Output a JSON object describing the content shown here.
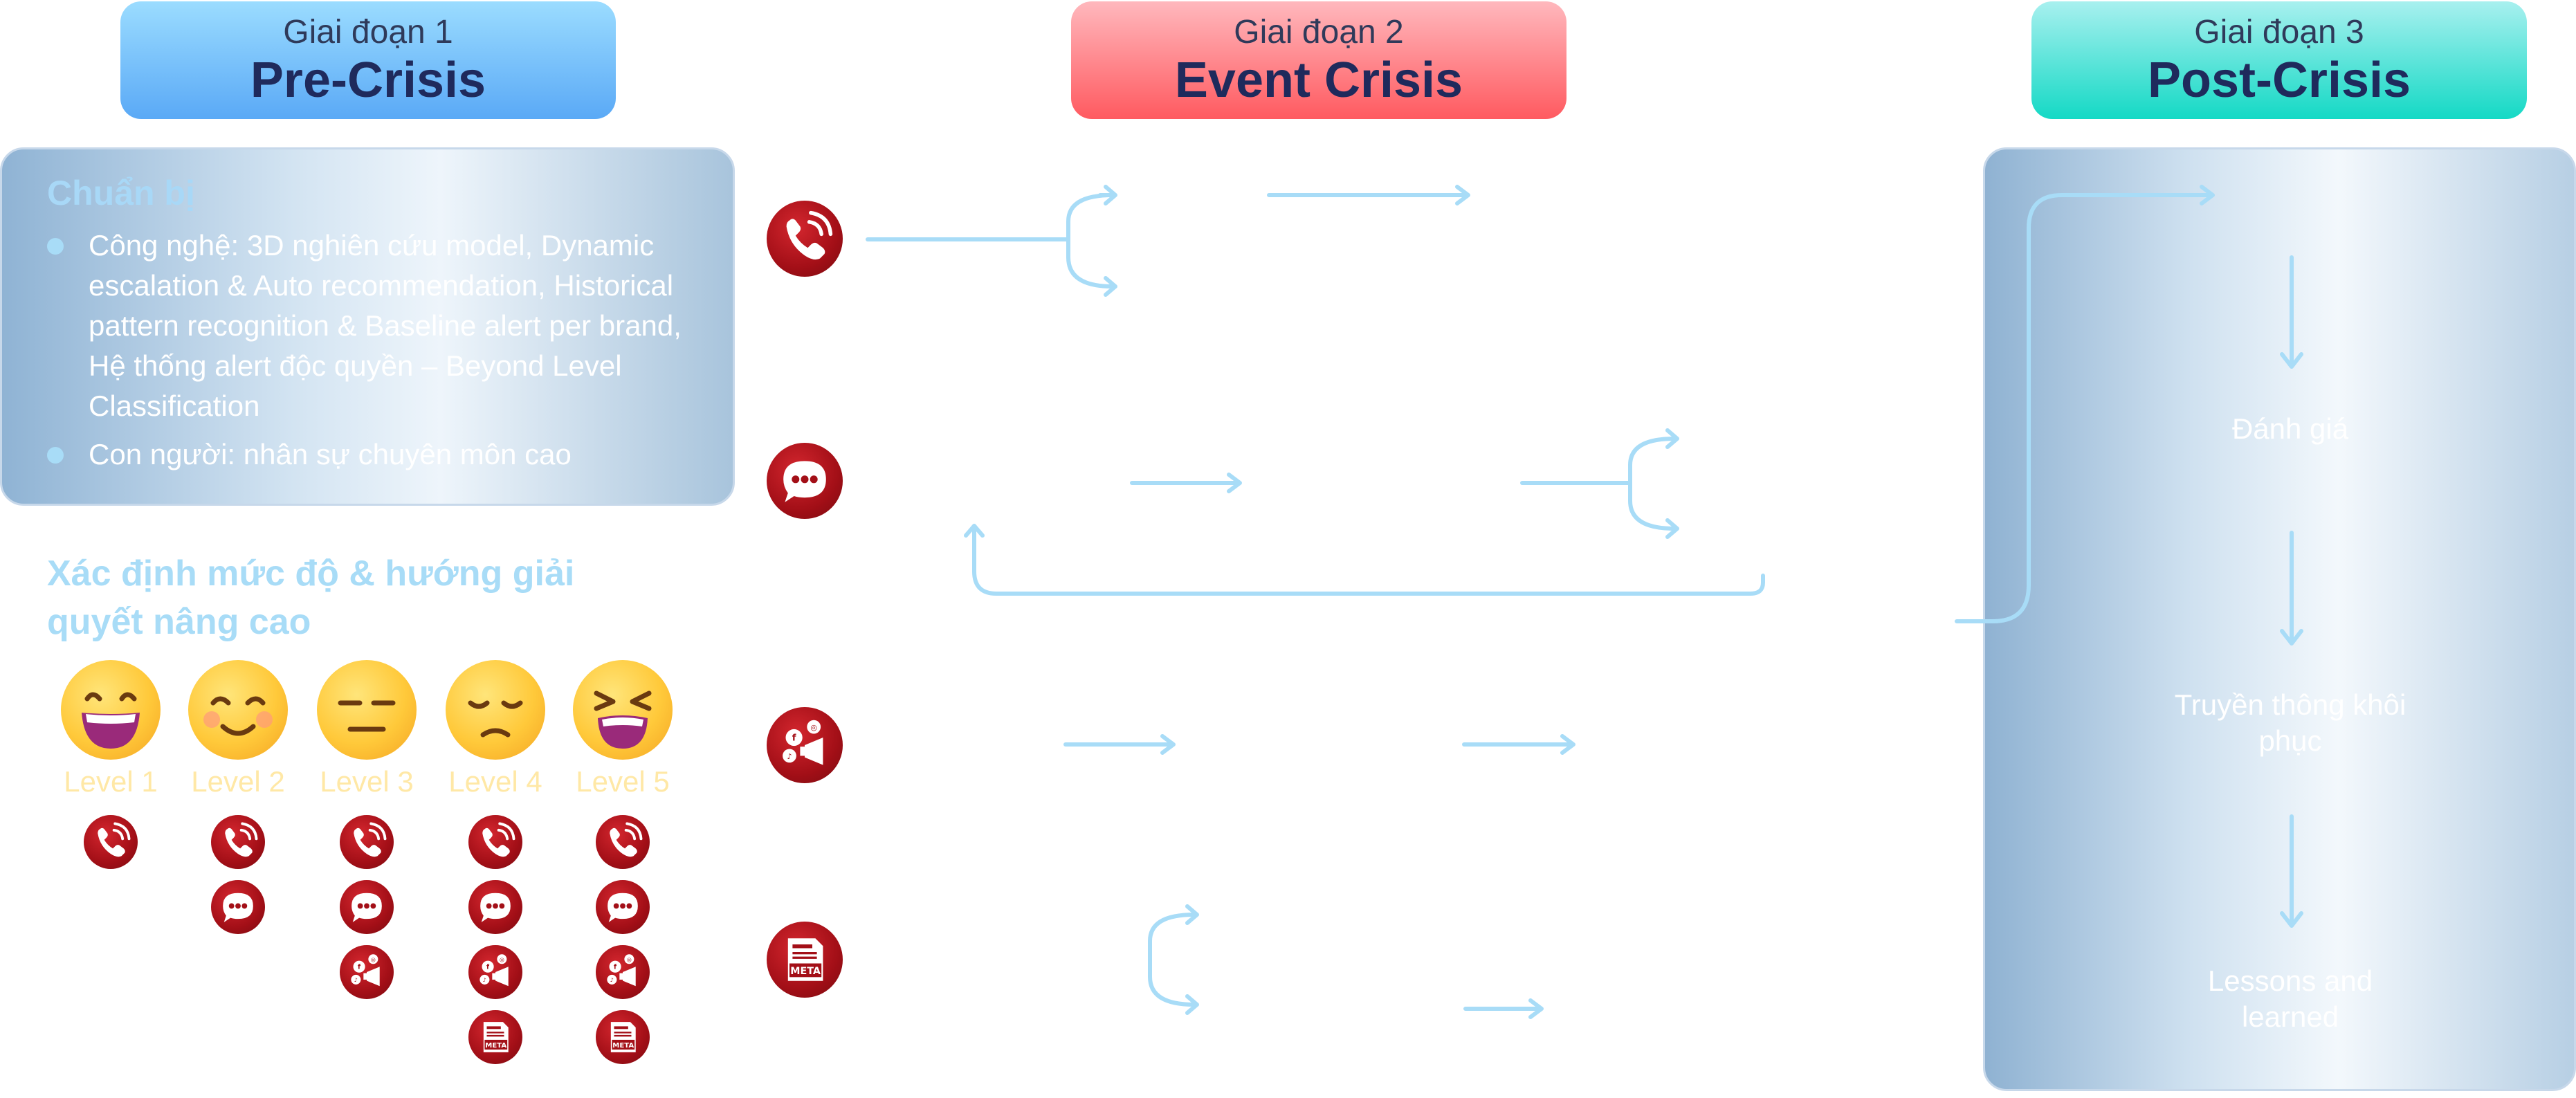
{
  "phases": [
    {
      "sub": "Giai đoạn 1",
      "title": "Pre-Crisis"
    },
    {
      "sub": "Giai đoạn 2",
      "title": "Event Crisis"
    },
    {
      "sub": "Giai đoạn 3",
      "title": "Post-Crisis"
    }
  ],
  "pre_crisis": {
    "prep_title": "Chuẩn bị",
    "bullet1": "Công nghệ: 3D nghiên cứu model, Dynamic escalation & Auto recommendation, Historical pattern recognition & Baseline alert per brand, Hệ thống alert độc quyền – Beyond Level Classification",
    "bullet2": "Con người: nhân sự chuyên môn cao",
    "determine_title": "Xác định mức độ & hướng giải quyết nâng cao",
    "levels": [
      "Level 1",
      "Level 2",
      "Level 3",
      "Level 4",
      "Level 5"
    ]
  },
  "post_crisis": {
    "step2": "Đánh giá",
    "step3": "Truyền thông khôi phục",
    "step4": "Lessons and learned"
  },
  "icons": {
    "call": "phone-call-icon",
    "chat": "chat-bubble-icon",
    "social": "social-megaphone-icon",
    "meta": "meta-news-icon",
    "meta_label": "META"
  },
  "colors": {
    "phase1": "#5aa9f6",
    "phase2": "#ff5a60",
    "phase3": "#14d9c5",
    "icon_red": "#a30f17",
    "flow_line": "#a8dcf7",
    "level_label": "#ffe8a6"
  }
}
